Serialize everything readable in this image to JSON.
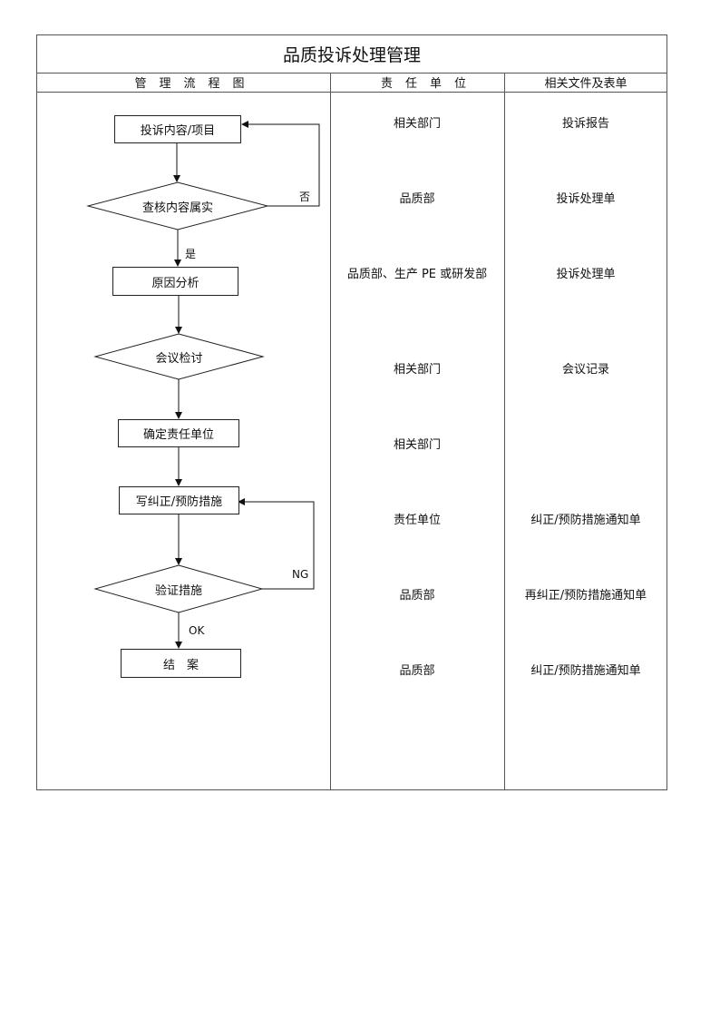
{
  "title": "品质投诉处理管理",
  "headers": {
    "flow": "管理流程图",
    "responsible": "责任单位",
    "documents": "相关文件及表单"
  },
  "flow": {
    "steps": [
      {
        "label": "投诉内容/项目",
        "shape": "process"
      },
      {
        "label": "查核内容属实",
        "shape": "decision"
      },
      {
        "label": "原因分析",
        "shape": "process"
      },
      {
        "label": "会议检讨",
        "shape": "decision"
      },
      {
        "label": "确定责任单位",
        "shape": "process"
      },
      {
        "label": "写纠正/预防措施",
        "shape": "process"
      },
      {
        "label": "验证措施",
        "shape": "decision"
      },
      {
        "label": "结　案",
        "shape": "process"
      }
    ],
    "branch_labels": {
      "no": "否",
      "yes": "是",
      "ng": "NG",
      "ok": "OK"
    }
  },
  "rows": [
    {
      "responsible": "相关部门",
      "document": "投诉报告"
    },
    {
      "responsible": "品质部",
      "document": "投诉处理单"
    },
    {
      "responsible": "品质部、生产 PE 或研发部",
      "document": "投诉处理单"
    },
    {
      "responsible": "相关部门",
      "document": "会议记录"
    },
    {
      "responsible": "相关部门",
      "document": ""
    },
    {
      "responsible": "责任单位",
      "document": "纠正/预防措施通知单"
    },
    {
      "responsible": "品质部",
      "document": "再纠正/预防措施通知单"
    },
    {
      "responsible": "品质部",
      "document": "纠正/预防措施通知单"
    }
  ]
}
